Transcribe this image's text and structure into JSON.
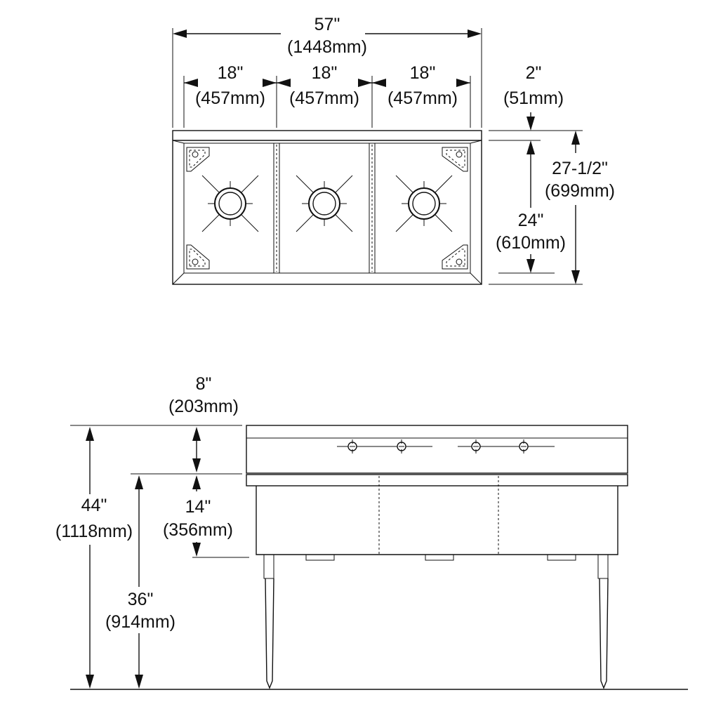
{
  "plan_view": {
    "overall_width": {
      "inch": "57\"",
      "mm": "(1448mm)"
    },
    "bowl_1_width": {
      "inch": "18\"",
      "mm": "(457mm)"
    },
    "bowl_2_width": {
      "inch": "18\"",
      "mm": "(457mm)"
    },
    "bowl_3_width": {
      "inch": "18\"",
      "mm": "(457mm)"
    },
    "backsplash_depth": {
      "inch": "2\"",
      "mm": "(51mm)"
    },
    "overall_depth": {
      "inch": "27-1/2\"",
      "mm": "(699mm)"
    },
    "bowl_depth": {
      "inch": "24\"",
      "mm": "(610mm)"
    }
  },
  "elevation_view": {
    "backsplash_height": {
      "inch": "8\"",
      "mm": "(203mm)"
    },
    "overall_height": {
      "inch": "44\"",
      "mm": "(1118mm)"
    },
    "bowl_depth": {
      "inch": "14\"",
      "mm": "(356mm)"
    },
    "rim_height": {
      "inch": "36\"",
      "mm": "(914mm)"
    }
  }
}
